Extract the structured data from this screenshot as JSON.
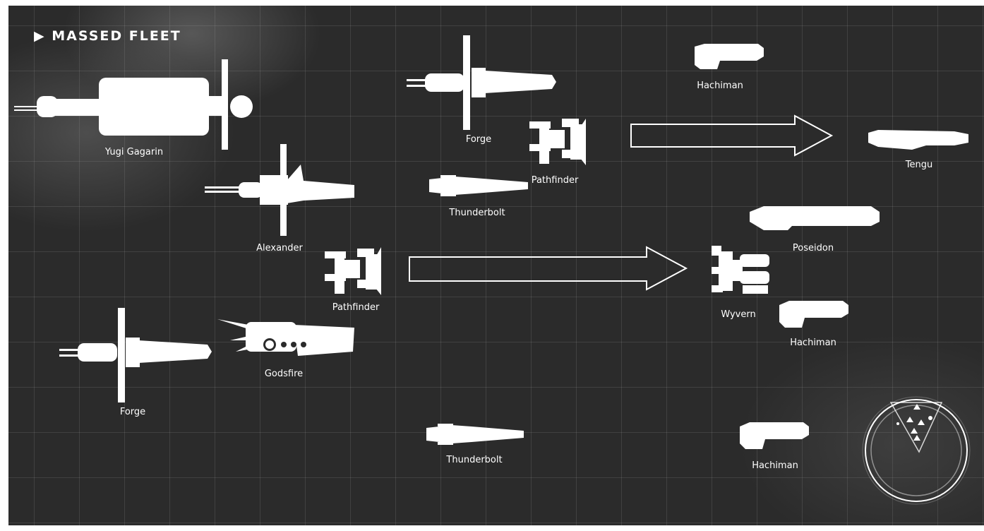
{
  "title": "MASSED FLEET",
  "colors": {
    "background": "#2b2b2b",
    "ship": "#ffffff",
    "grid": "#5a5a5a"
  },
  "ships": [
    {
      "name": "Yugi Gagarin"
    },
    {
      "name": "Alexander"
    },
    {
      "name": "Forge"
    },
    {
      "name": "Godsfire"
    },
    {
      "name": "Forge"
    },
    {
      "name": "Thunderbolt"
    },
    {
      "name": "Pathfinder"
    },
    {
      "name": "Pathfinder"
    },
    {
      "name": "Thunderbolt"
    },
    {
      "name": "Hachiman"
    },
    {
      "name": "Tengu"
    },
    {
      "name": "Poseidon"
    },
    {
      "name": "Wyvern"
    },
    {
      "name": "Hachiman"
    },
    {
      "name": "Hachiman"
    }
  ],
  "transformations": [
    {
      "from": "Pathfinder",
      "to": "Tengu"
    },
    {
      "from": "Pathfinder",
      "to": "Wyvern"
    }
  ],
  "icons": [
    "play-triangle-icon",
    "radar-icon"
  ]
}
